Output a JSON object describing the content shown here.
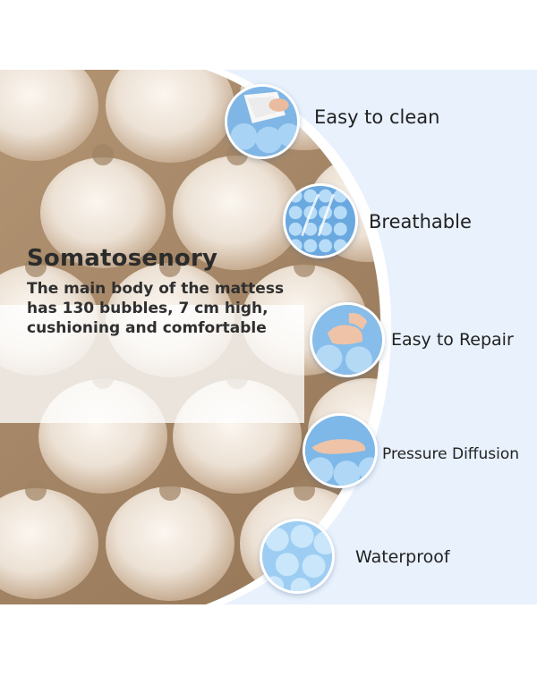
{
  "image": {
    "description_colors": {
      "mattress_base": "#e9ddd0",
      "mattress_shadow": "#a8896a",
      "panel_blue": "#dbe9fb",
      "bubble_blue": "#8ec3ee",
      "text": "#2b2b2b"
    }
  },
  "info": {
    "title": "Somatosenory",
    "description": "The main body of the mattess has 130 bubbles, 7 cm high, cushioning and comfortable"
  },
  "features": [
    {
      "label": "Easy to clean",
      "icon": "cleaning-cloth-icon"
    },
    {
      "label": "Breathable",
      "icon": "breathable-bubbles-icon"
    },
    {
      "label": "Easy to Repair",
      "icon": "repair-hand-icon"
    },
    {
      "label": "Pressure Diffusion",
      "icon": "pressure-hand-icon"
    },
    {
      "label": "Waterproof",
      "icon": "waterproof-bubbles-icon"
    }
  ]
}
